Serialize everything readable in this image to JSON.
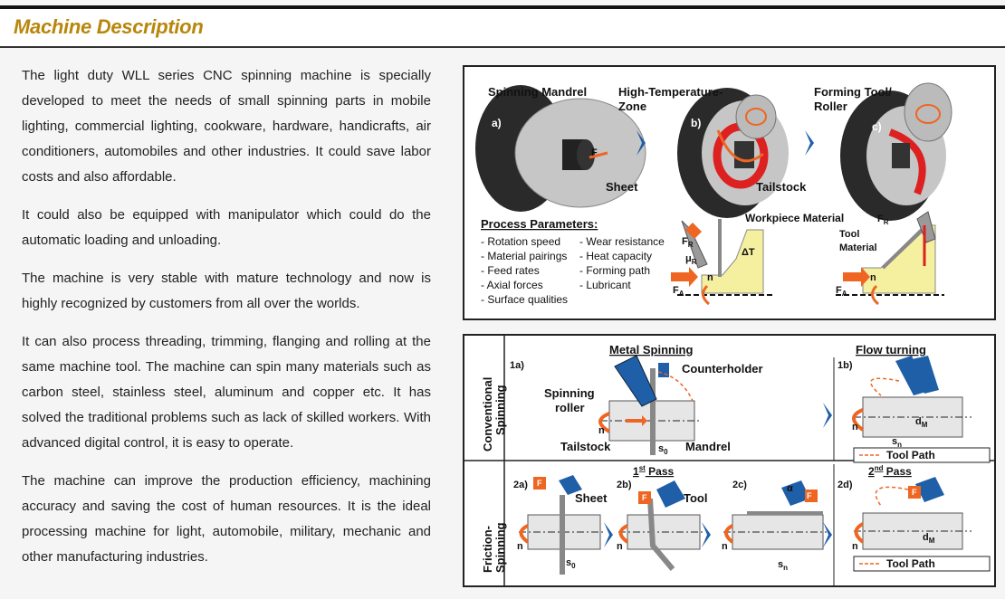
{
  "header": {
    "title": "Machine Description"
  },
  "description": {
    "paragraphs": [
      "The light duty WLL series CNC spinning machine is specially developed to meet the needs of small spinning parts in mobile lighting, commercial lighting, cookware, hardware, handicrafts, air conditioners, automobiles and other industries. It could save labor costs and also affordable.",
      "It could also be equipped with manipulator which could do the automatic loading and unloading.",
      "The machine is very stable with mature technology and now is highly recognized by customers from all over the worlds.",
      "It can also process threading, trimming, flanging and rolling at the same machine tool. The machine can spin many materials such as carbon steel, stainless steel, aluminum and copper etc. It has solved the traditional problems such as lack of skilled workers. With advanced digital control, it is easy to operate.",
      "The machine can improve the production efficiency, machining accuracy and saving the cost of human resources. It is the ideal processing machine for light, automobile, military, mechanic and other manufacturing industries."
    ]
  },
  "figure1": {
    "labels": {
      "spinning_mandrel": "Spinning Mandrel",
      "high_temp_1": "High-Temperature-",
      "high_temp_2": "Zone",
      "forming_tool_1": "Forming Tool/",
      "forming_tool_2": "Roller",
      "sheet": "Sheet",
      "tailstock": "Tailstock",
      "step_a": "a)",
      "step_b": "b)",
      "step_c": "c)",
      "force_f": "F",
      "workpiece_material": "Workpiece Material",
      "tool_1": "Tool",
      "tool_2": "Material",
      "fr": "F",
      "fr_sub": "R",
      "mu": "μ",
      "mu_sub": "R",
      "delta_t": "ΔT",
      "n": "n",
      "fa": "F",
      "fa_sub": "A"
    },
    "process_parameters": {
      "title": "Process Parameters:",
      "left": [
        "- Rotation speed",
        "- Material pairings",
        "- Feed rates",
        "- Axial forces",
        "- Surface qualities"
      ],
      "right": [
        "- Wear resistance",
        "- Heat capacity",
        "- Forming path",
        "- Lubricant"
      ]
    }
  },
  "figure2": {
    "labels": {
      "conventional_1": "Conventional",
      "conventional_2": "Spinning",
      "friction_1": "Friction-",
      "friction_2": "Spinning",
      "metal_spinning": "Metal Spinning",
      "flow_turning": "Flow turning",
      "counterholder": "Counterholder",
      "spinning_1": "Spinning",
      "spinning_2": "roller",
      "tailstock": "Tailstock",
      "mandrel": "Mandrel",
      "s0": "s",
      "s0_sub": "0",
      "sn": "s",
      "sn_sub": "n",
      "dm": "d",
      "dm_sub": "M",
      "tool_path": "Tool Path",
      "first_pass": "1",
      "first_pass_sup": "st",
      "first_pass_rest": " Pass",
      "second_pass": "2",
      "second_pass_sup": "nd",
      "second_pass_rest": " Pass",
      "sheet": "Sheet",
      "tool": "Tool",
      "n": "n",
      "f": "F",
      "alpha": "α",
      "s1a": "1a)",
      "s1b": "1b)",
      "s2a": "2a)",
      "s2b": "2b)",
      "s2c": "2c)",
      "s2d": "2d)"
    }
  },
  "colors": {
    "accent": "#b8860b",
    "orange": "#ee6622",
    "blue": "#1f5fa8",
    "red": "#dd2020",
    "yellow": "#f5f0a0"
  }
}
